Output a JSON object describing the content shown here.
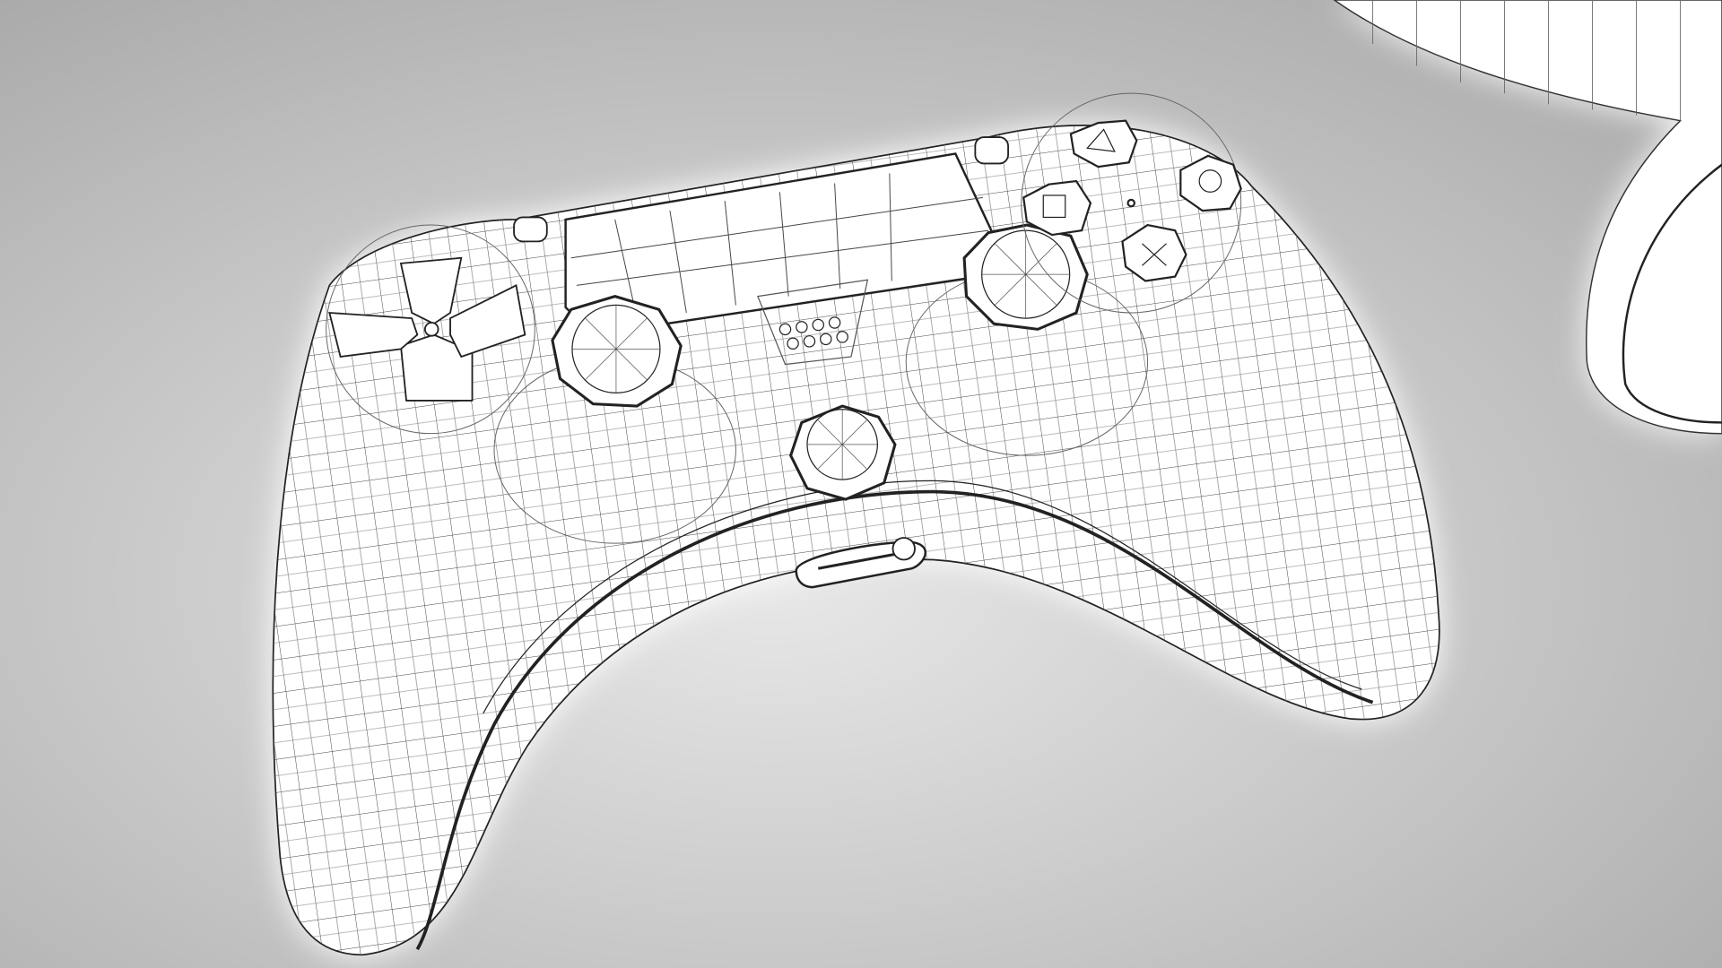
{
  "scene": {
    "subject": "gamepad-wireframe-render",
    "colors": {
      "background_light": "#e6e6e6",
      "background_dark": "#a8a8a8",
      "surface": "#ffffff",
      "wire": "#2a2a2a",
      "wire_fine": "#555555"
    }
  },
  "controller": {
    "parts": [
      "d-pad",
      "left-stick",
      "right-stick",
      "touchpad",
      "face-buttons",
      "speaker-grille",
      "home-button",
      "light-bar-slot",
      "share-button",
      "options-button"
    ]
  },
  "secondary_object": {
    "position_word": "top-right",
    "partially_visible": true
  }
}
